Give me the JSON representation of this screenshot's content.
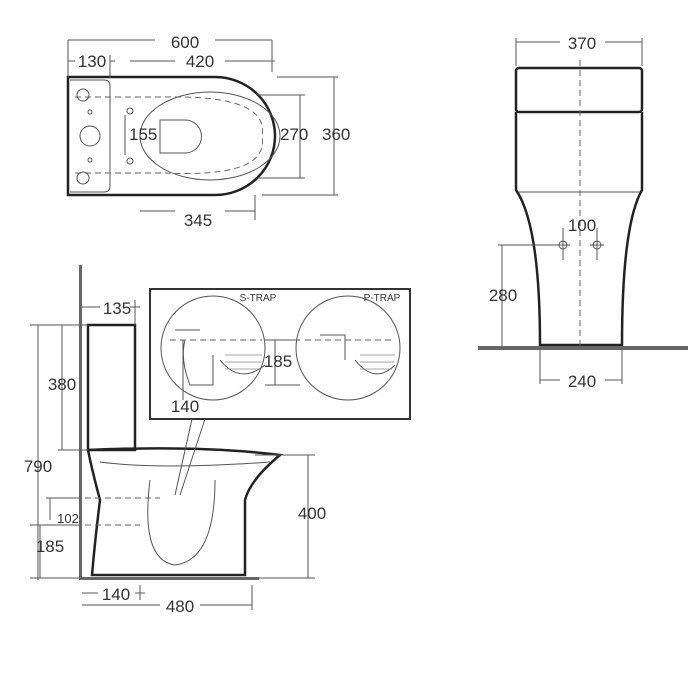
{
  "top_view": {
    "overall_length": "600",
    "tank_depth": "130",
    "bowl_length": "420",
    "fixing_spacing": "155",
    "seat_width": "270",
    "overall_width": "360",
    "bowl_to_fixing": "345"
  },
  "front_view": {
    "tank_width": "370",
    "fixing_centres": "100",
    "fixing_height": "280",
    "base_width": "240"
  },
  "side_view": {
    "tank_offset": "135",
    "tank_height": "380",
    "overall_height": "790",
    "inlet_height": "102",
    "outlet_height": "185",
    "rim_height": "400",
    "wall_to_outlet": "140",
    "overall_projection": "480"
  },
  "trap_inset": {
    "s_trap_label": "S-TRAP",
    "p_trap_label": "P-TRAP",
    "s_trap_offset": "140",
    "p_trap_height": "185"
  }
}
